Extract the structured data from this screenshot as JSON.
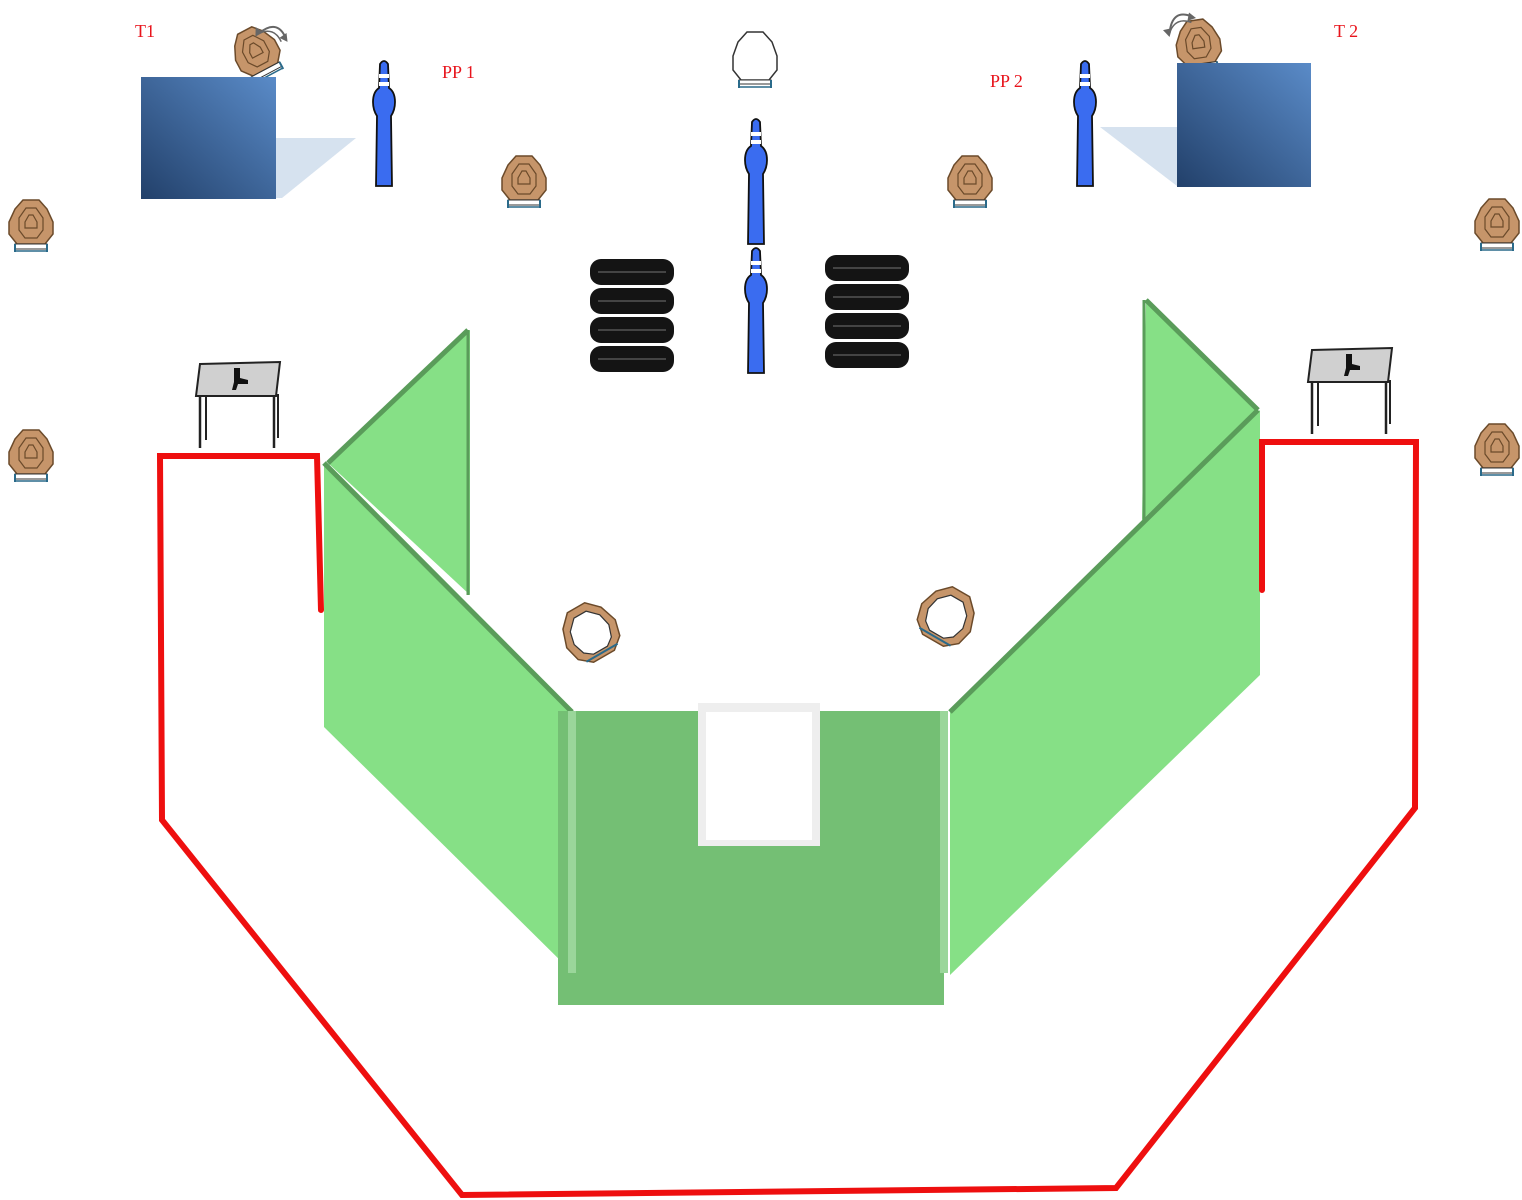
{
  "labels": {
    "t1": "T1",
    "t2": "T 2",
    "pp1": "PP 1",
    "pp2": "PP 2"
  },
  "colors": {
    "label": "#e8141c",
    "fault_line": "#ee0f0f",
    "wall_light": "#86e086",
    "wall_dark": "#74bf74",
    "wall_edge": "#5a9c5a",
    "no_shoot": "#3a6cf0",
    "target_tan": "#c6956a",
    "box_blue": "#3f6ea8",
    "tire": "#141414"
  },
  "icons": {
    "paper_target": "paper-target-icon",
    "no_shoot": "no-shoot-target-icon",
    "swinger": "swinger-target-icon",
    "tire": "tire-stack-icon",
    "table": "start-table-icon",
    "pistol": "pistol-icon"
  }
}
